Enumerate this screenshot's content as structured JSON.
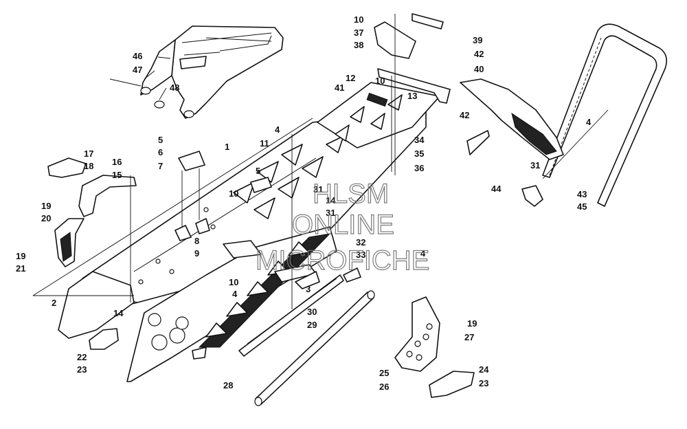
{
  "diagram": {
    "watermark": {
      "line1": "HLSM",
      "line2": "ONLINE",
      "line3": "MICROFICHE"
    },
    "callouts": [
      "1",
      "2",
      "3",
      "4",
      "5",
      "6",
      "7",
      "8",
      "9",
      "10",
      "11",
      "12",
      "13",
      "14",
      "15",
      "16",
      "17",
      "18",
      "19",
      "20",
      "21",
      "22",
      "23",
      "24",
      "25",
      "26",
      "27",
      "28",
      "29",
      "30",
      "31",
      "32",
      "33",
      "34",
      "35",
      "36",
      "37",
      "38",
      "39",
      "40",
      "41",
      "42",
      "43",
      "44",
      "45",
      "46",
      "47",
      "48"
    ],
    "labels": [
      {
        "id": "1",
        "text": "1"
      },
      {
        "id": "2",
        "text": "2"
      },
      {
        "id": "3",
        "text": "3"
      },
      {
        "id": "4a",
        "text": "4"
      },
      {
        "id": "4b",
        "text": "4"
      },
      {
        "id": "4c",
        "text": "4"
      },
      {
        "id": "4d",
        "text": "4"
      },
      {
        "id": "5a",
        "text": "5"
      },
      {
        "id": "5b",
        "text": "5"
      },
      {
        "id": "6",
        "text": "6"
      },
      {
        "id": "7",
        "text": "7"
      },
      {
        "id": "8",
        "text": "8"
      },
      {
        "id": "9",
        "text": "9"
      },
      {
        "id": "10a",
        "text": "10"
      },
      {
        "id": "10b",
        "text": "10"
      },
      {
        "id": "10c",
        "text": "10"
      },
      {
        "id": "10d",
        "text": "10"
      },
      {
        "id": "11",
        "text": "11"
      },
      {
        "id": "12",
        "text": "12"
      },
      {
        "id": "13",
        "text": "13"
      },
      {
        "id": "14a",
        "text": "14"
      },
      {
        "id": "14b",
        "text": "14"
      },
      {
        "id": "15",
        "text": "15"
      },
      {
        "id": "16",
        "text": "16"
      },
      {
        "id": "17",
        "text": "17"
      },
      {
        "id": "18",
        "text": "18"
      },
      {
        "id": "19a",
        "text": "19"
      },
      {
        "id": "19b",
        "text": "19"
      },
      {
        "id": "19c",
        "text": "19"
      },
      {
        "id": "20",
        "text": "20"
      },
      {
        "id": "21",
        "text": "21"
      },
      {
        "id": "22",
        "text": "22"
      },
      {
        "id": "23a",
        "text": "23"
      },
      {
        "id": "23b",
        "text": "23"
      },
      {
        "id": "24",
        "text": "24"
      },
      {
        "id": "25",
        "text": "25"
      },
      {
        "id": "26",
        "text": "26"
      },
      {
        "id": "27",
        "text": "27"
      },
      {
        "id": "28",
        "text": "28"
      },
      {
        "id": "29",
        "text": "29"
      },
      {
        "id": "30",
        "text": "30"
      },
      {
        "id": "31a",
        "text": "31"
      },
      {
        "id": "31b",
        "text": "31"
      },
      {
        "id": "31c",
        "text": "31"
      },
      {
        "id": "32",
        "text": "32"
      },
      {
        "id": "33",
        "text": "33"
      },
      {
        "id": "34",
        "text": "34"
      },
      {
        "id": "35",
        "text": "35"
      },
      {
        "id": "36",
        "text": "36"
      },
      {
        "id": "37",
        "text": "37"
      },
      {
        "id": "38",
        "text": "38"
      },
      {
        "id": "39",
        "text": "39"
      },
      {
        "id": "40",
        "text": "40"
      },
      {
        "id": "41",
        "text": "41"
      },
      {
        "id": "42a",
        "text": "42"
      },
      {
        "id": "42b",
        "text": "42"
      },
      {
        "id": "43",
        "text": "43"
      },
      {
        "id": "44",
        "text": "44"
      },
      {
        "id": "45",
        "text": "45"
      },
      {
        "id": "46",
        "text": "46"
      },
      {
        "id": "47",
        "text": "47"
      },
      {
        "id": "48",
        "text": "48"
      }
    ]
  }
}
